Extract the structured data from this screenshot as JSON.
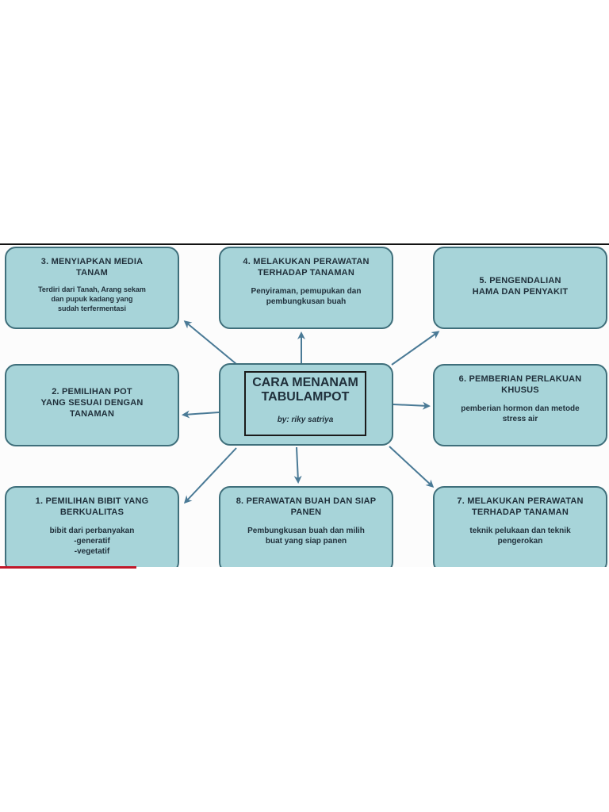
{
  "center": {
    "title_lines": [
      "CARA MENANAM",
      "TABULAMPOT"
    ],
    "author": "by: riky satriya"
  },
  "nodes": {
    "n1": {
      "title_lines": [
        "1. PEMILIHAN BIBIT YANG",
        "BERKUALITAS"
      ],
      "desc_lines": [
        "bibit dari perbanyakan",
        "-generatif",
        "-vegetatif"
      ]
    },
    "n2": {
      "title_lines": [
        "2. PEMILIHAN POT",
        "YANG SESUAI DENGAN",
        "TANAMAN"
      ],
      "desc_lines": []
    },
    "n3": {
      "title_lines": [
        "3. MENYIAPKAN MEDIA",
        "TANAM"
      ],
      "desc_lines": [
        "Terdiri dari Tanah, Arang sekam",
        "dan pupuk kadang yang",
        "sudah terfermentasi"
      ]
    },
    "n4": {
      "title_lines": [
        "4. MELAKUKAN PERAWATAN",
        "TERHADAP TANAMAN"
      ],
      "desc_lines": [
        "Penyiraman, pemupukan dan",
        "pembungkusan buah"
      ]
    },
    "n5": {
      "title_lines": [
        "5. PENGENDALIAN",
        "HAMA DAN PENYAKIT"
      ],
      "desc_lines": []
    },
    "n6": {
      "title_lines": [
        "6. PEMBERIAN PERLAKUAN",
        "KHUSUS"
      ],
      "desc_lines": [
        "pemberian hormon dan metode",
        "stress air"
      ]
    },
    "n7": {
      "title_lines": [
        "7. MELAKUKAN PERAWATAN",
        "TERHADAP TANAMAN"
      ],
      "desc_lines": [
        "teknik pelukaan dan teknik",
        "pengerokan"
      ]
    },
    "n8": {
      "title_lines": [
        "8. PERAWATAN BUAH DAN SIAP",
        "PANEN"
      ],
      "desc_lines": [
        "Pembungkusan buah dan milih",
        "buat yang siap panen"
      ]
    }
  },
  "colors": {
    "node_fill": "#a7d4d9",
    "node_border": "#3f6f7b",
    "arrow": "#4a7a96",
    "text": "#1f2f3a",
    "accent_line": "#c0182a"
  }
}
